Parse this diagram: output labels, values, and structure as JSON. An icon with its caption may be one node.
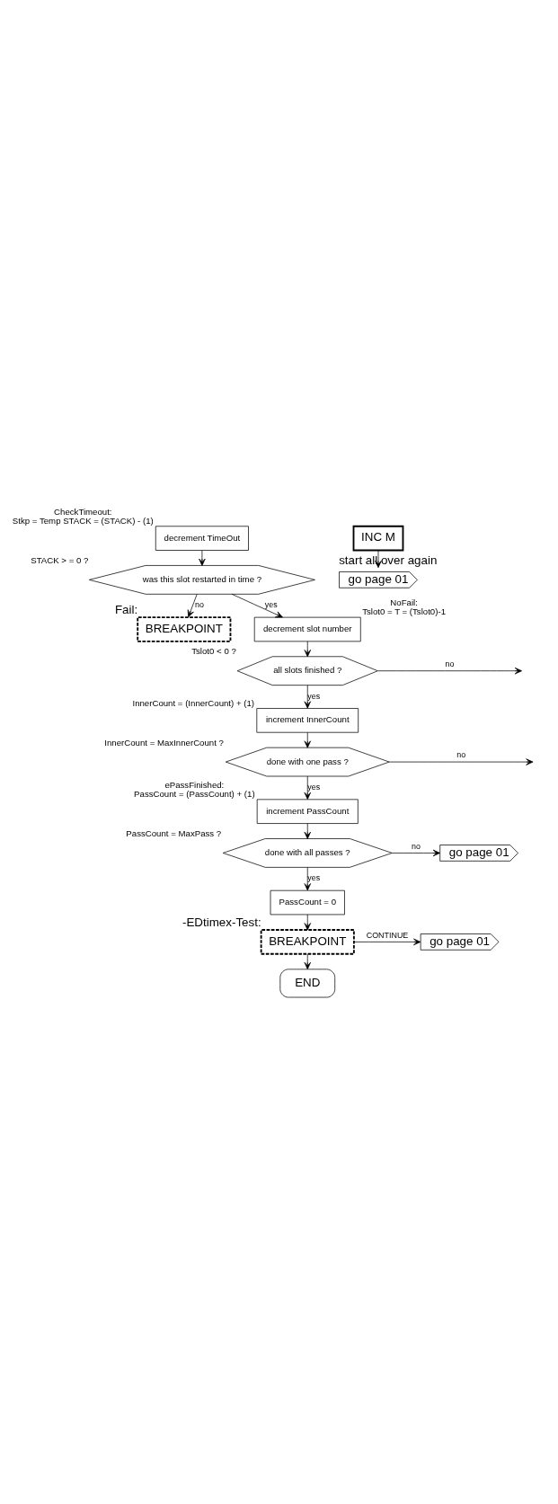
{
  "diagram": {
    "nodes": [
      {
        "text": [
          "decrement TimeOut"
        ],
        "beside": [
          "CheckTimeout:",
          "Stkp = Temp STACK = (STACK) - (1)"
        ]
      },
      {
        "text": [
          "was this slot restarted in time ?"
        ],
        "beside": [
          "STACK > = 0 ?"
        ]
      },
      {
        "text": [
          "BREAKPOINT"
        ],
        "beside": [
          "Fail:"
        ]
      },
      {
        "text": [
          "INC M"
        ]
      },
      {
        "text": [
          "go page 01"
        ],
        "beside": [
          "start all over again"
        ]
      },
      {
        "text": [
          "decrement slot number"
        ],
        "beside": [
          "NoFail:",
          "Tslot0 = T = (Tslot0)-1"
        ]
      },
      {
        "text": [
          "all slots finished ?"
        ],
        "beside": [
          "Tslot0 < 0 ?"
        ]
      },
      {
        "text": [
          "increment InnerCount"
        ],
        "beside": [
          "InnerCount = (InnerCount) + (1)"
        ]
      },
      {
        "text": [
          "done with one pass ?"
        ],
        "beside": [
          "InnerCount = MaxInnerCount ?"
        ]
      },
      {
        "text": [
          "increment PassCount"
        ],
        "beside": [
          "ePassFinished:",
          "PassCount = (PassCount) + (1)"
        ]
      },
      {
        "text": [
          "done with all passes ?"
        ],
        "beside": [
          "PassCount = MaxPass ?"
        ]
      },
      {
        "text": [
          "go page 01"
        ]
      },
      {
        "text": [
          "PassCount = 0"
        ]
      },
      {
        "text": [
          "BREAKPOINT"
        ],
        "beside": [
          "-EDtimex-Test:"
        ]
      },
      {
        "text": [
          "go page 01"
        ]
      },
      {
        "text": [
          "END"
        ]
      }
    ],
    "edges": [
      {
        "from": 0,
        "to": 1,
        "arrow": "to"
      },
      {
        "from": 1,
        "to": 2,
        "arrow": "to",
        "label": "no"
      },
      {
        "from": 1,
        "to": 5,
        "arrow": "to",
        "label": "yes"
      },
      {
        "from": 3,
        "to": 4,
        "arrow": "to"
      },
      {
        "from": 5,
        "to": 6,
        "arrow": "to"
      },
      {
        "from": 6,
        "to": null,
        "arrow": "to",
        "label": "no"
      },
      {
        "from": 6,
        "to": 7,
        "arrow": "to",
        "label": "yes"
      },
      {
        "from": 7,
        "to": 8,
        "arrow": "to"
      },
      {
        "from": 8,
        "to": null,
        "arrow": "to",
        "label": "no"
      },
      {
        "from": 8,
        "to": 9,
        "arrow": "to",
        "label": "yes"
      },
      {
        "from": 9,
        "to": 10,
        "arrow": "to"
      },
      {
        "from": 10,
        "to": 11,
        "arrow": "to",
        "label": "no"
      },
      {
        "from": 10,
        "to": 12,
        "arrow": "to",
        "label": "yes"
      },
      {
        "from": 12,
        "to": 13,
        "arrow": "to"
      },
      {
        "from": 13,
        "to": 14,
        "arrow": "to",
        "label": "CONTINUE"
      },
      {
        "from": 13,
        "to": 15,
        "arrow": "to"
      }
    ]
  }
}
